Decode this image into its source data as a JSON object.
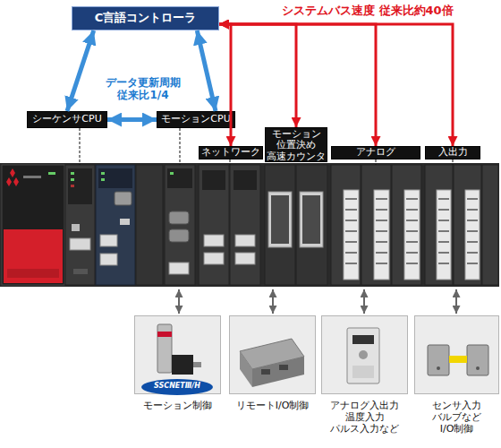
{
  "diagram": {
    "nodes": [
      {
        "text": [
          "C言語コントローラ"
        ]
      },
      {
        "text": [
          "シーケンサCPU"
        ]
      },
      {
        "text": [
          "モーションCPU"
        ]
      },
      {
        "text": [
          "ネットワーク"
        ]
      },
      {
        "text": [
          "モーション 位置決め 高速カウンタ"
        ]
      },
      {
        "text": [
          "アナログ"
        ]
      },
      {
        "text": [
          "入出力"
        ]
      },
      {
        "text": [
          "モーション制御"
        ]
      },
      {
        "text": [
          "リモートI/O制御"
        ]
      },
      {
        "text": [
          "アナログ入出力 温度入力 パルス入力など"
        ]
      },
      {
        "text": [
          "センサ入力 バルブなど I/O制御"
        ]
      }
    ],
    "edges": [
      {
        "from": 0,
        "to": 1,
        "arrow": "both"
      },
      {
        "from": 0,
        "to": 2,
        "arrow": "both"
      },
      {
        "from": 1,
        "to": 2,
        "arrow": "both"
      },
      {
        "from": 0,
        "to": 3,
        "arrow": "both"
      },
      {
        "from": 0,
        "to": 4,
        "arrow": "both"
      },
      {
        "from": 0,
        "to": 5,
        "arrow": "both"
      },
      {
        "from": 0,
        "to": 6,
        "arrow": "both"
      }
    ],
    "labels": [
      "システムバス速度 従来比約40倍",
      "データ更新周期 従来比1/4",
      "SSCNETⅢ/H"
    ]
  }
}
